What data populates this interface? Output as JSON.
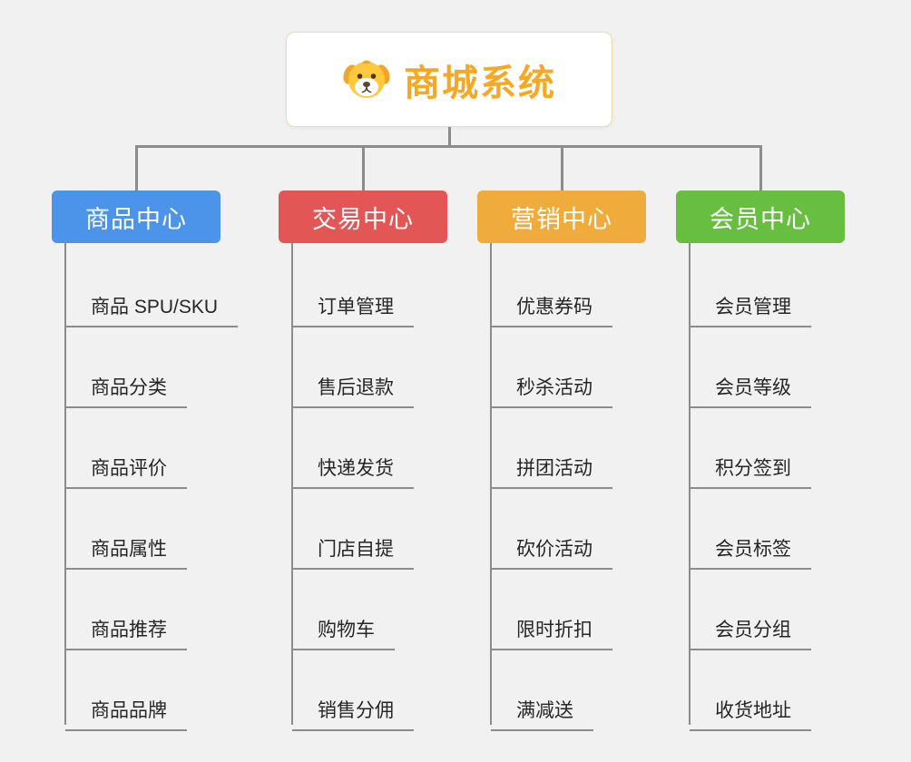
{
  "root": {
    "title": "商城系统",
    "icon": "dog-icon",
    "title_color": "#f7a823",
    "border_color": "#f3dca8"
  },
  "connector_color": "#8c8c8c",
  "branches": [
    {
      "label": "商品中心",
      "color": "#4b94ea",
      "children": [
        "商品 SPU/SKU",
        "商品分类",
        "商品评价",
        "商品属性",
        "商品推荐",
        "商品品牌"
      ]
    },
    {
      "label": "交易中心",
      "color": "#e35656",
      "children": [
        "订单管理",
        "售后退款",
        "快递发货",
        "门店自提",
        "购物车",
        "销售分佣"
      ]
    },
    {
      "label": "营销中心",
      "color": "#efac3d",
      "children": [
        "优惠券码",
        "秒杀活动",
        "拼团活动",
        "砍价活动",
        "限时折扣",
        "满减送"
      ]
    },
    {
      "label": "会员中心",
      "color": "#67be41",
      "children": [
        "会员管理",
        "会员等级",
        "积分签到",
        "会员标签",
        "会员分组",
        "收货地址"
      ]
    }
  ]
}
